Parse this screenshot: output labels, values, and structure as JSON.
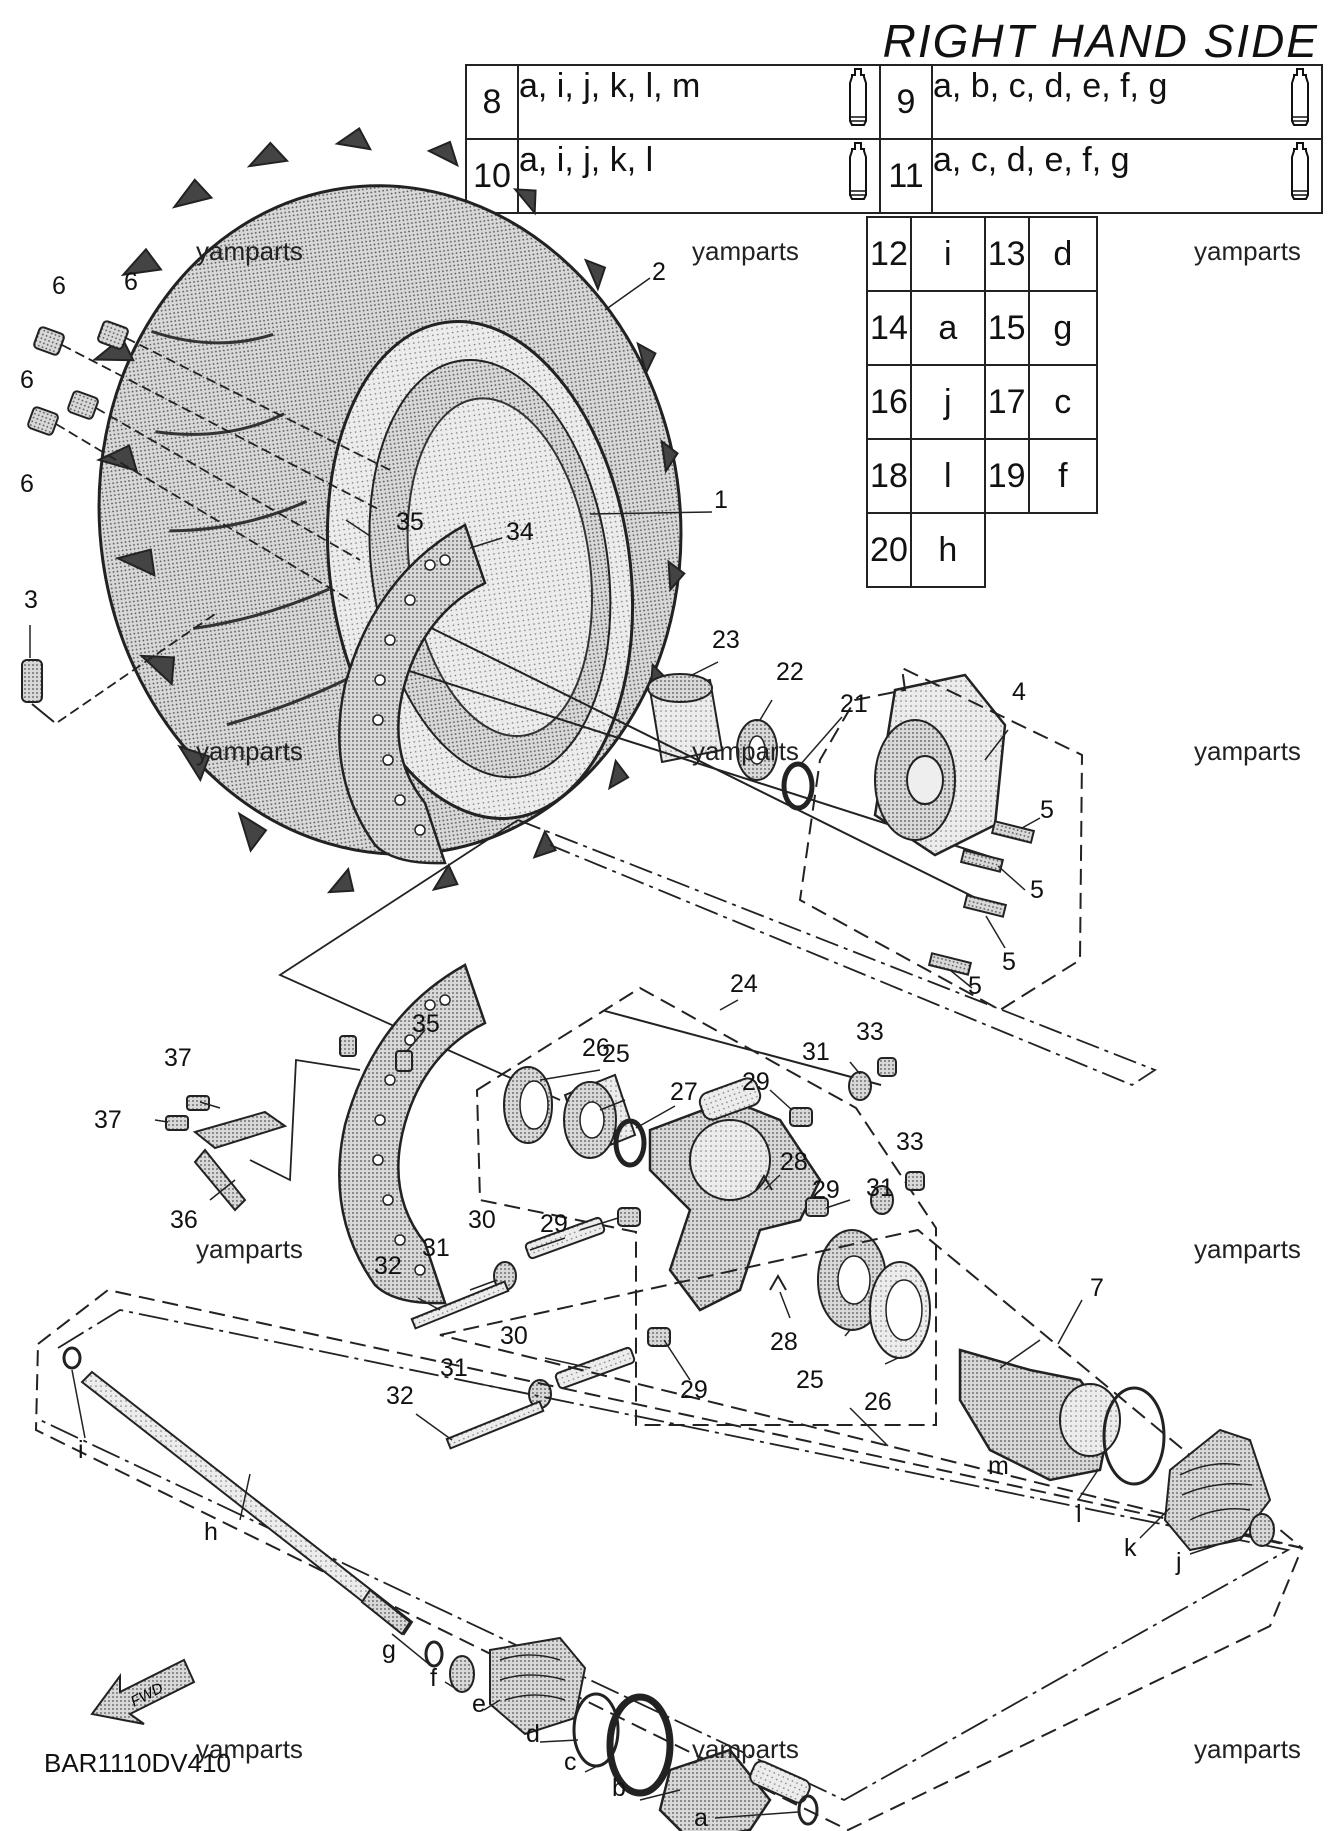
{
  "title": "RIGHT HAND SIDE",
  "diagram_code": "BAR1110DV410",
  "watermark": "yamparts",
  "fwd_label": "FWD",
  "grease_table": {
    "rows": [
      {
        "n1": "8",
        "v1": "a, i, j, k, l, m",
        "n2": "9",
        "v2": "a, b, c, d, e, f, g"
      },
      {
        "n1": "10",
        "v1": "a, i, j, k, l",
        "n2": "11",
        "v2": "a, c, d, e, f, g"
      }
    ]
  },
  "letter_table": {
    "rows": [
      {
        "n1": "12",
        "v1": "i",
        "n2": "13",
        "v2": "d"
      },
      {
        "n1": "14",
        "v1": "a",
        "n2": "15",
        "v2": "g"
      },
      {
        "n1": "16",
        "v1": "j",
        "n2": "17",
        "v2": "c"
      },
      {
        "n1": "18",
        "v1": "l",
        "n2": "19",
        "v2": "f"
      },
      {
        "n1": "20",
        "v1": "h"
      }
    ]
  },
  "callouts": {
    "n1": "1",
    "n2": "2",
    "n3": "3",
    "n4": "4",
    "n5": "5",
    "n6": "6",
    "n7": "7",
    "n21": "21",
    "n22": "22",
    "n23": "23",
    "n24": "24",
    "n25": "25",
    "n26": "26",
    "n27": "27",
    "n28": "28",
    "n29": "29",
    "n30": "30",
    "n31": "31",
    "n32": "32",
    "n33": "33",
    "n34": "34",
    "n35": "35",
    "n36": "36",
    "n37": "37",
    "a": "a",
    "b": "b",
    "c": "c",
    "d": "d",
    "e": "e",
    "f": "f",
    "g": "g",
    "h": "h",
    "i": "i",
    "j": "j",
    "k": "k",
    "l": "l",
    "m": "m"
  }
}
